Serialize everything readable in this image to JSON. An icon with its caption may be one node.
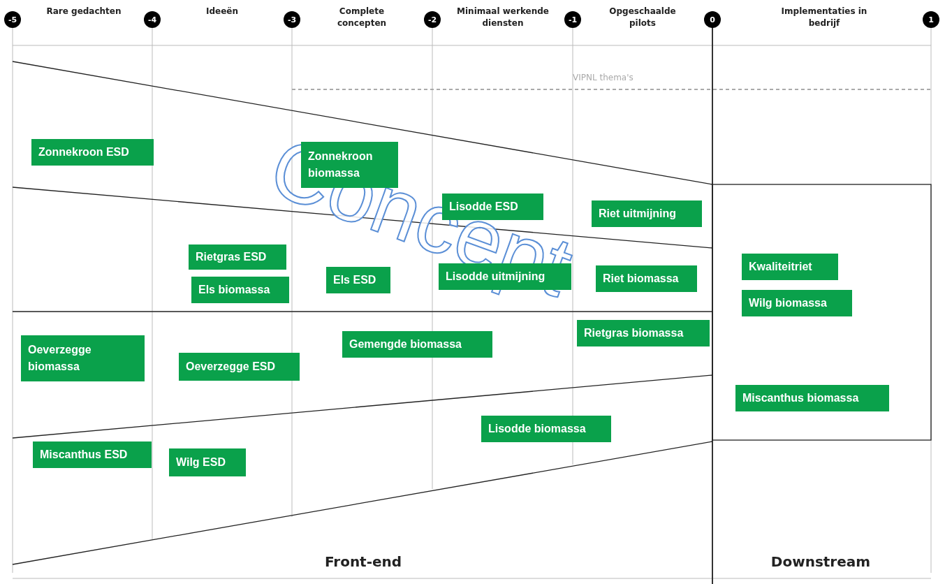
{
  "diagram": {
    "nodes": [
      {
        "text": [
          "Zonnekroon ESD"
        ]
      },
      {
        "text": [
          "Zonnekroon biomassa"
        ]
      },
      {
        "text": [
          "Lisodde ESD"
        ]
      },
      {
        "text": [
          "Riet uitmijning"
        ]
      },
      {
        "text": [
          "Rietgras ESD"
        ]
      },
      {
        "text": [
          "Kwaliteitriet"
        ]
      },
      {
        "text": [
          "Els biomassa"
        ]
      },
      {
        "text": [
          "Els ESD"
        ]
      },
      {
        "text": [
          "Lisodde uitmijning"
        ]
      },
      {
        "text": [
          "Riet biomassa"
        ]
      },
      {
        "text": [
          "Wilg biomassa"
        ]
      },
      {
        "text": [
          "Oeverzegge biomassa"
        ]
      },
      {
        "text": [
          "Gemengde biomassa"
        ]
      },
      {
        "text": [
          "Rietgras biomassa"
        ]
      },
      {
        "text": [
          "Oeverzegge ESD"
        ]
      },
      {
        "text": [
          "Miscanthus biomassa"
        ]
      },
      {
        "text": [
          "Lisodde biomassa"
        ]
      },
      {
        "text": [
          "Miscanthus ESD"
        ]
      },
      {
        "text": [
          "Wilg ESD"
        ]
      }
    ],
    "edges": [],
    "labels": [
      "-5",
      "Rare gedachten",
      "-4",
      "Ideeën",
      "-3",
      "Complete concepten",
      "-2",
      "Minimaal werkende diensten",
      "-1",
      "Opgeschaalde pilots",
      "0",
      "Implementaties in bedrijf",
      "1",
      "VIPNL thema's",
      "Front-end",
      "Downstream",
      "Concept"
    ]
  }
}
